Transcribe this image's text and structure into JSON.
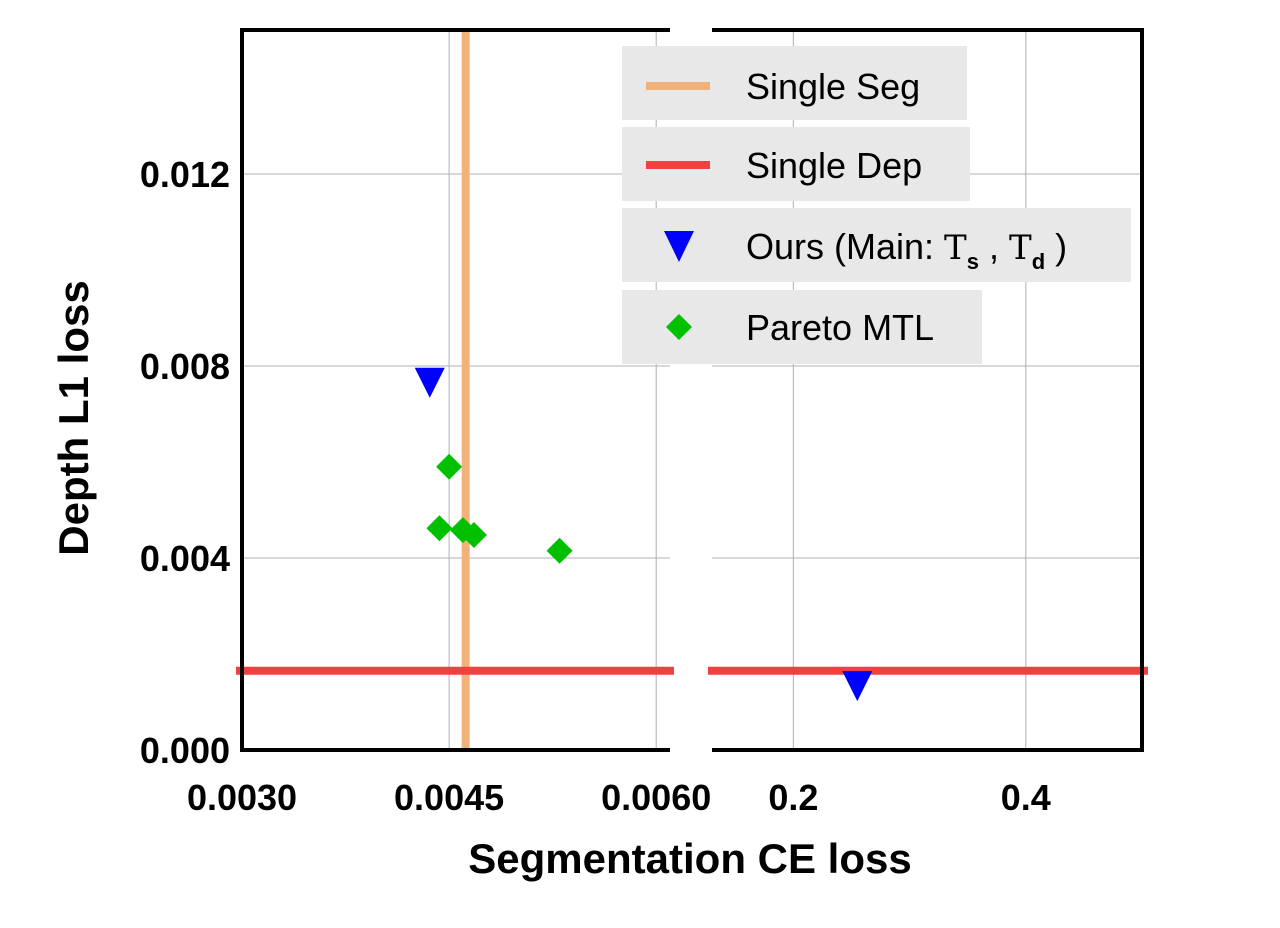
{
  "chart_data": {
    "type": "scatter",
    "xlabel": "Segmentation CE loss",
    "ylabel": "Depth L1 loss",
    "broken_x_axis": true,
    "panels": [
      {
        "xlim": [
          0.003,
          0.0061
        ],
        "xticks": [
          "0.0030",
          "0.0045",
          "0.0060"
        ],
        "xtick_values": [
          0.003,
          0.0045,
          0.006
        ]
      },
      {
        "xlim": [
          0.13,
          0.5
        ],
        "xticks": [
          "0.2",
          "0.4"
        ],
        "xtick_values": [
          0.2,
          0.4
        ]
      }
    ],
    "ylim": [
      0,
      0.015
    ],
    "yticks": [
      "0.000",
      "0.004",
      "0.008",
      "0.012"
    ],
    "ytick_values": [
      0.0,
      0.004,
      0.008,
      0.012
    ],
    "grid": true,
    "legend_position": "top-right",
    "legend": {
      "single_seg": "Single Seg",
      "single_dep": "Single Dep",
      "ours_prefix": "Ours (Main: ",
      "ours_t1": "T",
      "ours_sub1": "s",
      "ours_sep": " , ",
      "ours_t2": "T",
      "ours_sub2": "d",
      "ours_suffix": " )",
      "pareto": "Pareto MTL"
    },
    "colors": {
      "single_seg": "#f0b27a",
      "single_dep": "#f04040",
      "ours": "#0000ff",
      "pareto": "#00c000",
      "legend_bg": "#e8e8e8",
      "grid": "#b0b0b0"
    },
    "reference_lines": {
      "single_seg_x": 0.00462,
      "single_dep_y": 0.00165
    },
    "series": [
      {
        "name": "Ours (Main: Ts , Td )",
        "marker": "triangle-down",
        "points": [
          {
            "x": 0.00436,
            "y": 0.00765
          },
          {
            "x": 0.255,
            "y": 0.00133
          }
        ]
      },
      {
        "name": "Pareto MTL",
        "marker": "diamond",
        "points": [
          {
            "x": 0.0045,
            "y": 0.0059
          },
          {
            "x": 0.00443,
            "y": 0.00462
          },
          {
            "x": 0.0046,
            "y": 0.00458
          },
          {
            "x": 0.00468,
            "y": 0.00448
          },
          {
            "x": 0.0053,
            "y": 0.00415
          }
        ]
      }
    ]
  }
}
